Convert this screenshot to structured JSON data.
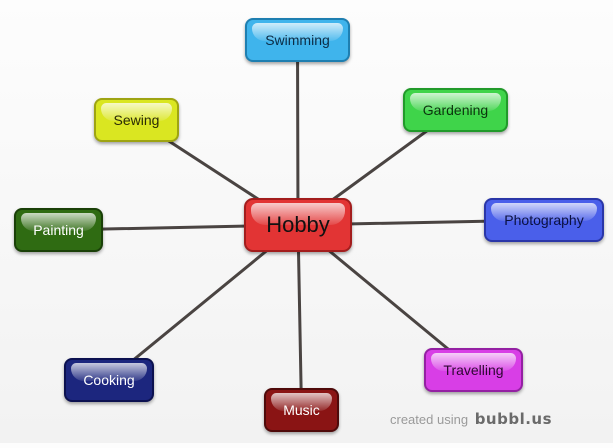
{
  "diagram": {
    "center": {
      "label": "Hobby",
      "bg": "#e23434",
      "border": "#a31d1d",
      "text": "#111111"
    },
    "nodes": [
      {
        "id": "swimming",
        "label": "Swimming",
        "bg": "#3fb4ec",
        "border": "#1e7fb1",
        "text": "#0c2c45"
      },
      {
        "id": "gardening",
        "label": "Gardening",
        "bg": "#3fd44a",
        "border": "#219a2a",
        "text": "#0c330e"
      },
      {
        "id": "photography",
        "label": "Photography",
        "bg": "#4a5fea",
        "border": "#2a36a8",
        "text": "#0a1040"
      },
      {
        "id": "travelling",
        "label": "Travelling",
        "bg": "#d83ee6",
        "border": "#9420a3",
        "text": "#2e0732"
      },
      {
        "id": "music",
        "label": "Music",
        "bg": "#8a1414",
        "border": "#4f0a0a",
        "text": "#ffffff"
      },
      {
        "id": "cooking",
        "label": "Cooking",
        "bg": "#1c267e",
        "border": "#0c1150",
        "text": "#ffffff"
      },
      {
        "id": "painting",
        "label": "Painting",
        "bg": "#2f6b12",
        "border": "#1a4008",
        "text": "#ffffff"
      },
      {
        "id": "sewing",
        "label": "Sewing",
        "bg": "#dae621",
        "border": "#9ea412",
        "text": "#2a2a05"
      }
    ]
  },
  "watermark": {
    "text": "created using",
    "brand": "bubbl.us"
  }
}
